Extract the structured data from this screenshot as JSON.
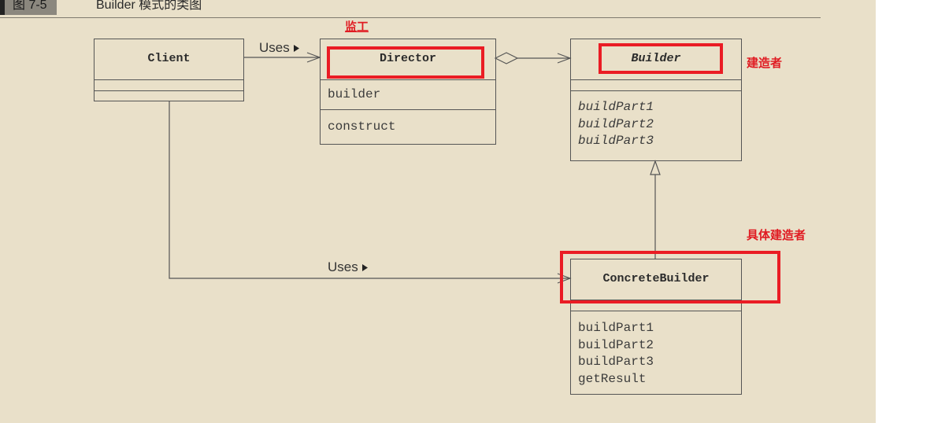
{
  "figure": {
    "label": "图 7-5",
    "title": "Builder 模式的类图"
  },
  "classes": {
    "client": {
      "name": "Client"
    },
    "director": {
      "name": "Director",
      "field": "builder",
      "method": "construct"
    },
    "builder": {
      "name": "Builder",
      "ops": [
        "buildPart1",
        "buildPart2",
        "buildPart3"
      ]
    },
    "concrete": {
      "name": "ConcreteBuilder",
      "ops": [
        "buildPart1",
        "buildPart2",
        "buildPart3",
        "getResult"
      ]
    }
  },
  "associations": {
    "uses_top": "Uses",
    "uses_bottom": "Uses"
  },
  "annotations": {
    "director": "监工",
    "builder": "建造者",
    "concrete": "具体建造者"
  },
  "colors": {
    "highlight": "#ea1c24",
    "paper": "#e9e0c9",
    "line": "#555555"
  }
}
